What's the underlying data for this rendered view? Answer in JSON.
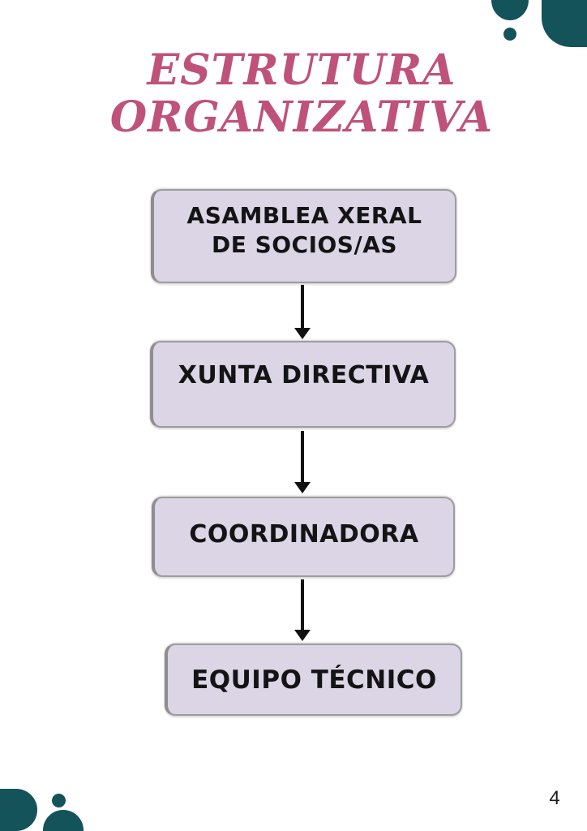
{
  "page": {
    "title": "ESTRUTURA ORGANIZATIVA",
    "page_number": "4"
  },
  "colors": {
    "background": "#ffffff",
    "title_text": "#bf5278",
    "box_fill": "#dbd5e6",
    "box_border": "#9d9d9d",
    "box_text": "#141414",
    "arrow": "#111111",
    "teal_accent": "#14535a"
  },
  "diagram": {
    "type": "flowchart",
    "direction": "top-down",
    "boxes": [
      {
        "label": "ASAMBLEA XERAL DE SOCIOS/AS",
        "line1": "ASAMBLEA XERAL",
        "line2": "DE SOCIOS/AS"
      },
      {
        "label": "XUNTA DIRECTIVA",
        "line1": "XUNTA DIRECTIVA",
        "line2": ""
      },
      {
        "label": "COORDINADORA",
        "line1": "COORDINADORA",
        "line2": ""
      },
      {
        "label": "EQUIPO TÉCNICO",
        "line1": "EQUIPO TÉCNICO",
        "line2": ""
      }
    ],
    "connections": [
      {
        "from": "ASAMBLEA XERAL DE SOCIOS/AS",
        "to": "XUNTA DIRECTIVA"
      },
      {
        "from": "XUNTA DIRECTIVA",
        "to": "COORDINADORA"
      },
      {
        "from": "COORDINADORA",
        "to": "EQUIPO TÉCNICO"
      }
    ]
  },
  "decorations": {
    "top_right": [
      "semicircle-ornament",
      "dot-ornament",
      "rounded-corner-block-ornament"
    ],
    "bottom_left": [
      "half-pill-ornament",
      "dot-ornament",
      "circle-ornament"
    ],
    "color": "#14535a"
  }
}
